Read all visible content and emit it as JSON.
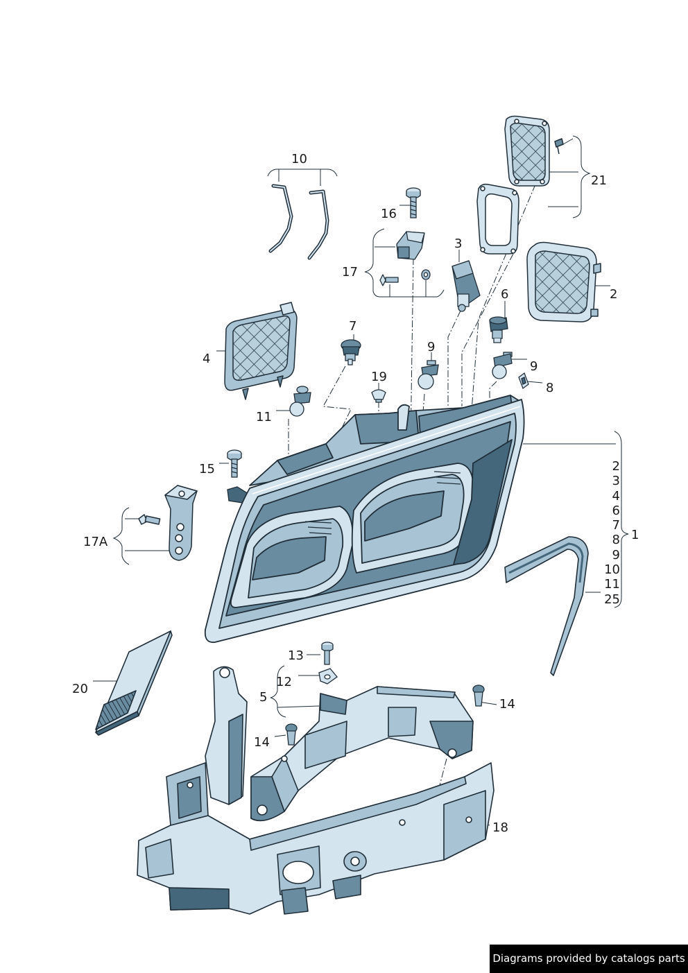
{
  "diagram": {
    "colors": {
      "line": "#1f2e38",
      "light": "#d3e4ee",
      "mid": "#a8c3d3",
      "dark": "#6a8ca1",
      "darker": "#44677c"
    },
    "callouts": {
      "c1": "1",
      "c2": "2",
      "c3": "3",
      "c4": "4",
      "c5": "5",
      "c6": "6",
      "c7": "7",
      "c8": "8",
      "c9a": "9",
      "c9b": "9",
      "c10": "10",
      "c11": "11",
      "c12": "12",
      "c13": "13",
      "c14a": "14",
      "c14b": "14",
      "c15": "15",
      "c16": "16",
      "c17": "17",
      "c17a": "17A",
      "c18": "18",
      "c19": "19",
      "c20": "20",
      "c21": "21"
    },
    "part1_list": [
      "2",
      "3",
      "4",
      "6",
      "7",
      "8",
      "9",
      "10",
      "11",
      "25"
    ]
  },
  "footer": {
    "credit": "Diagrams provided by catalogs parts"
  }
}
